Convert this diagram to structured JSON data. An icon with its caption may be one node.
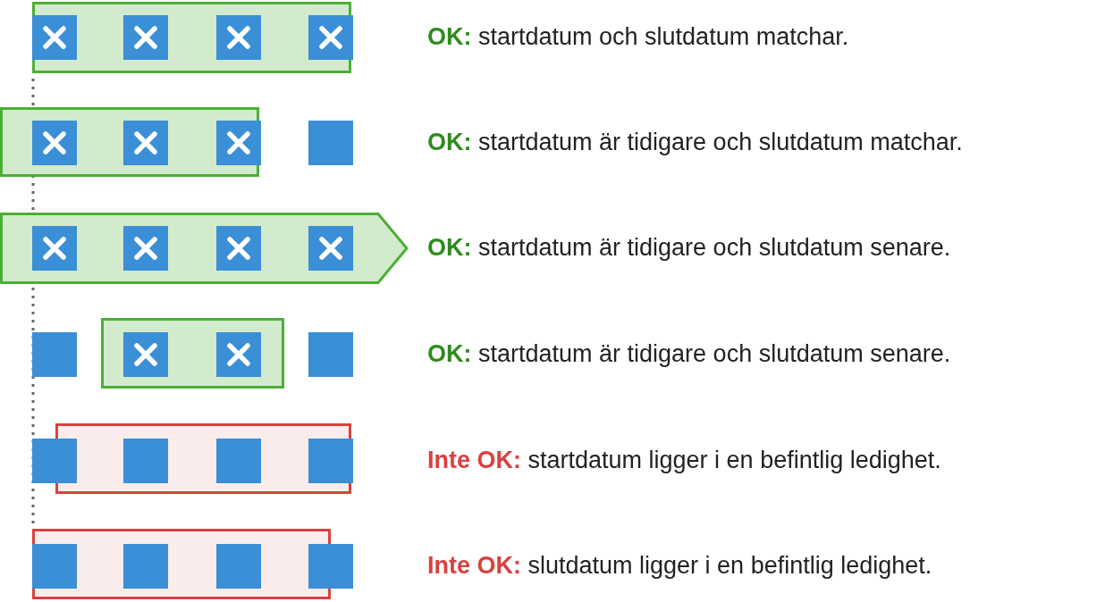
{
  "diagram": {
    "labels": [
      "**OK:** startdatum och slutdatum matchar.",
      "**OK:** startdatum är tidigare och slutdatum matchar.",
      "**OK:** startdatum är tidigare och slutdatum senare.",
      "**OK:** startdatum är tidigare och slutdatum senare.",
      "**Inte OK:** startdatum ligger i en befintlig ledighet.",
      "**Inte OK:** slutdatum ligger i en befintlig ledighet."
    ]
  }
}
